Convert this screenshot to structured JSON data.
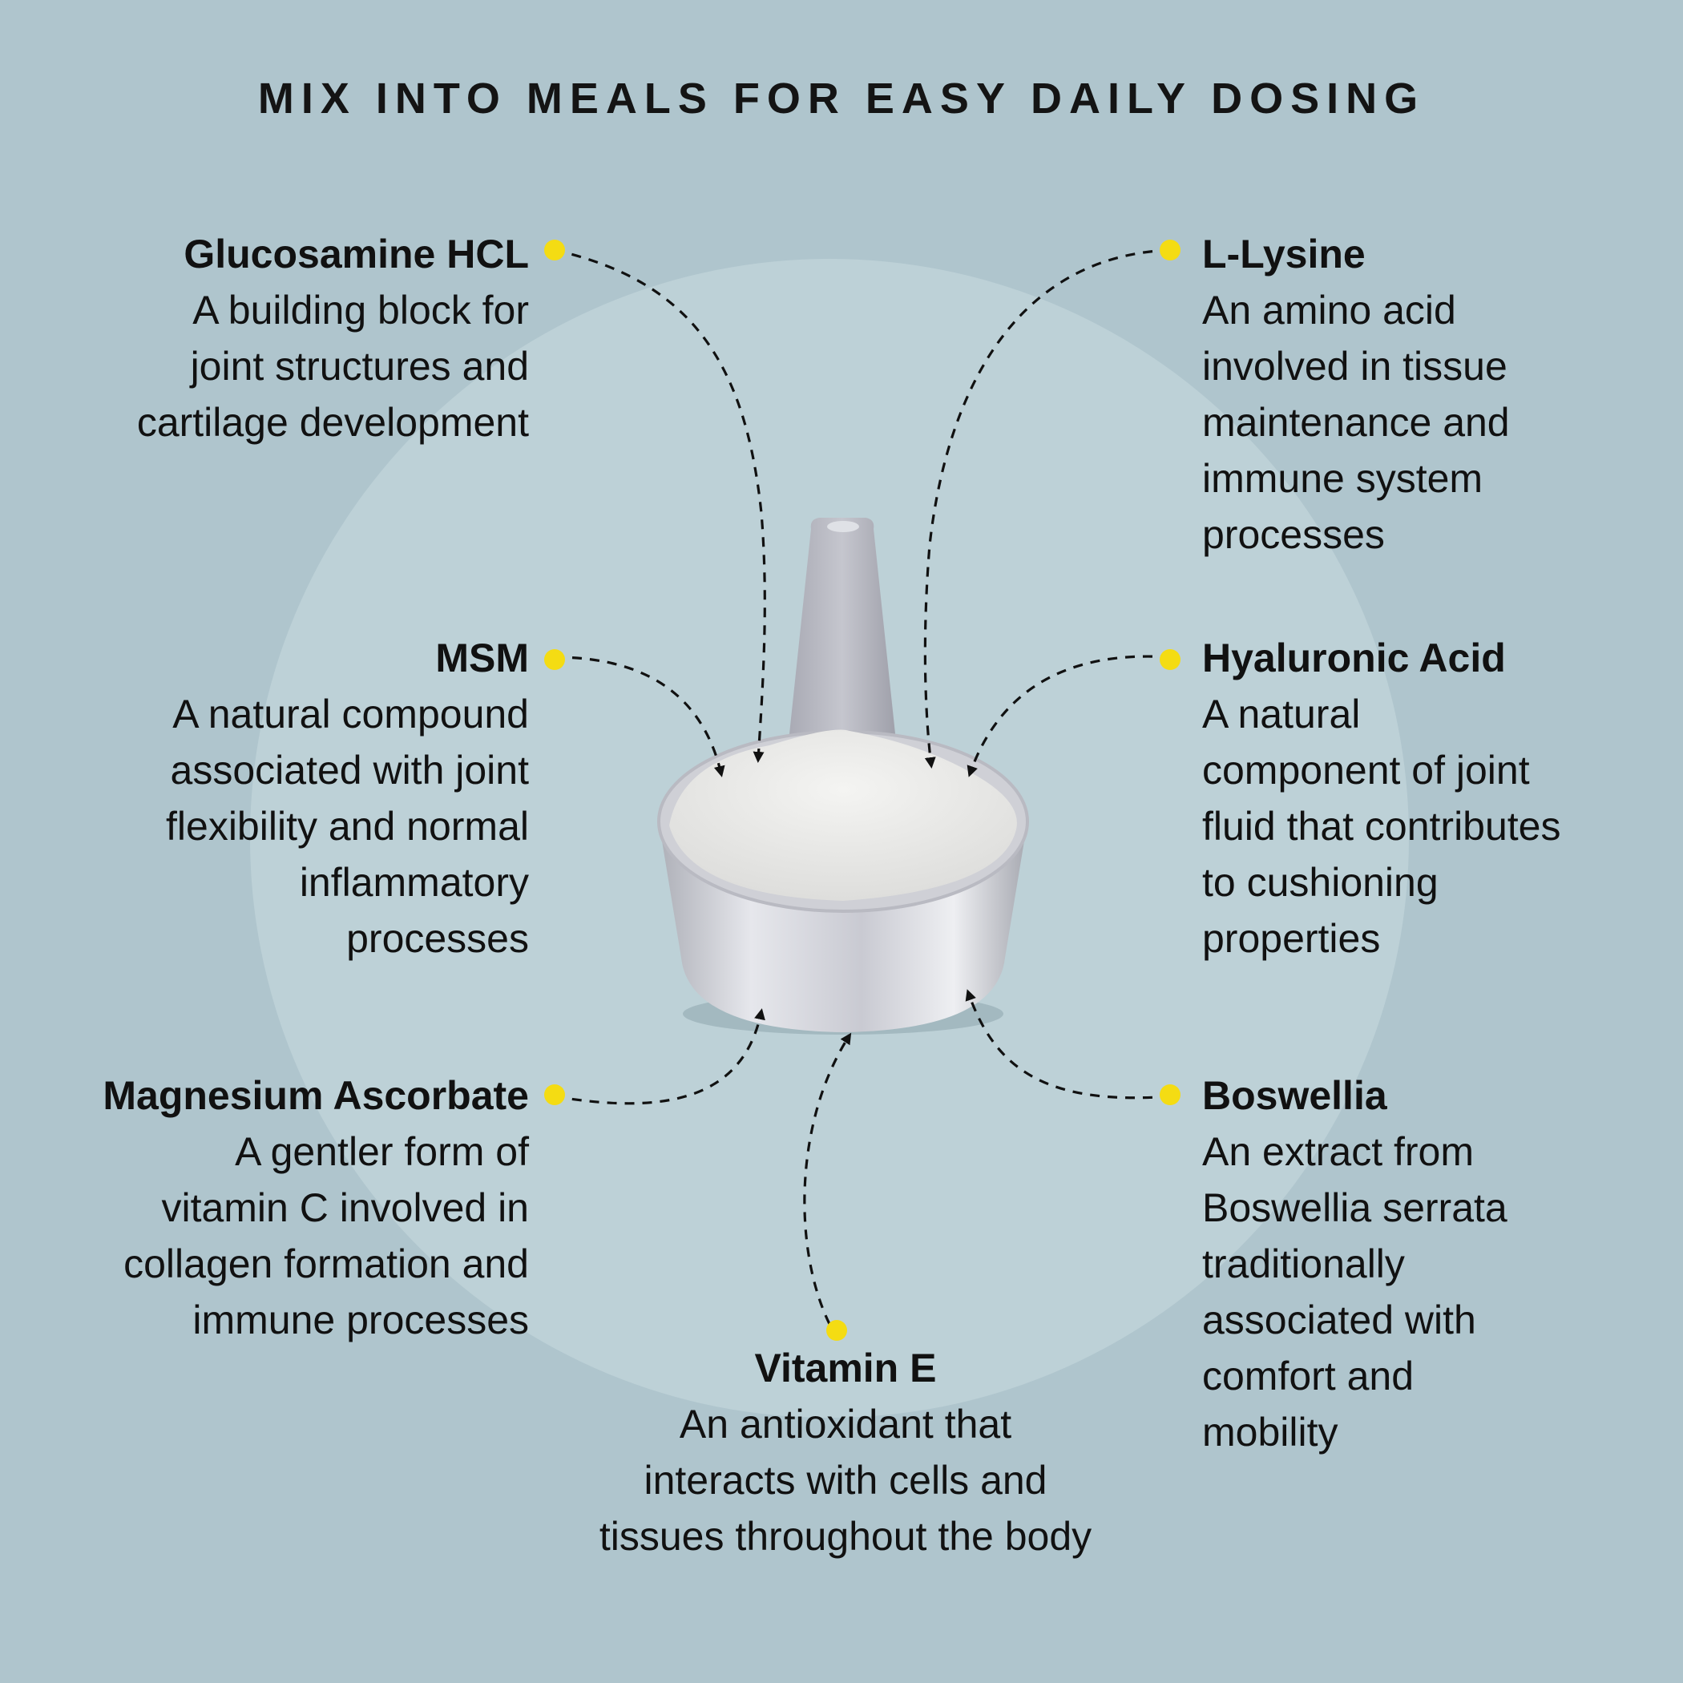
{
  "title": "MIX INTO MEALS FOR EASY DAILY DOSING",
  "colors": {
    "background": "#afc5cd",
    "circle": "#bdd1d7",
    "dot": "#f4dc13",
    "text": "#111111"
  },
  "ingredients": [
    {
      "name": "Glucosamine HCL",
      "lines": [
        "A building block for",
        "joint structures and",
        "cartilage development"
      ]
    },
    {
      "name": "MSM",
      "lines": [
        "A natural compound",
        "associated with joint",
        "flexibility and normal",
        "inflammatory",
        "processes"
      ]
    },
    {
      "name": "Magnesium Ascorbate",
      "lines": [
        "A gentler form of",
        "vitamin C involved in",
        "collagen formation and",
        "immune processes"
      ]
    },
    {
      "name": "L-Lysine",
      "lines": [
        "An amino acid",
        "involved in tissue",
        "maintenance and",
        "immune system",
        "processes"
      ]
    },
    {
      "name": "Hyaluronic Acid",
      "lines": [
        "A natural",
        "component of joint",
        "fluid that contributes",
        "to cushioning",
        "properties"
      ]
    },
    {
      "name": "Boswellia",
      "lines": [
        "An extract from",
        "Boswellia serrata",
        "traditionally",
        "associated with",
        "comfort and",
        "mobility"
      ]
    },
    {
      "name": "Vitamin E",
      "lines": [
        "An antioxidant that",
        "interacts with cells and",
        "tissues throughout the body"
      ]
    }
  ]
}
